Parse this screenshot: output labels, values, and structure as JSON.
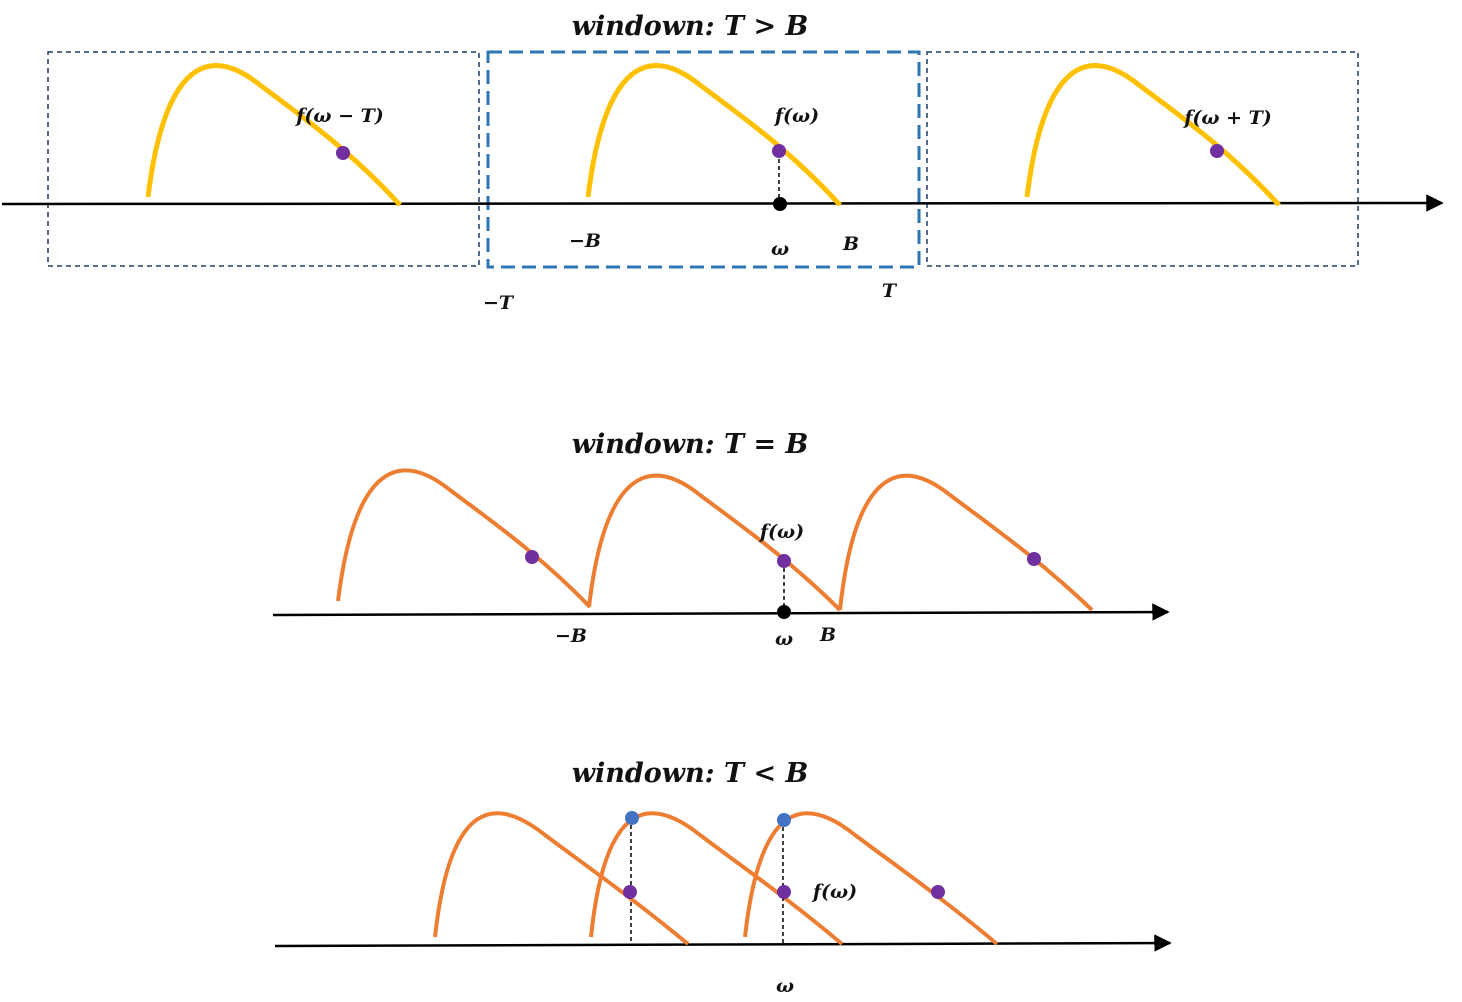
{
  "colors": {
    "panel1_curve": "#FFC000",
    "panel23_curve": "#ED7D31",
    "sample_point": "#7030A0",
    "alias_point": "#4472C4",
    "window_box": "#2E75B6",
    "shifted_box": "#1F3864",
    "axis": "#000000"
  },
  "panel_top": {
    "title": "windown: T > B",
    "shift_left_label": "f(ω − T)",
    "center_label": "f(ω)",
    "shift_right_label": "f(ω + T)",
    "neg_b": "−B",
    "omega": "ω",
    "b": "B",
    "neg_t": "−T",
    "t": "T"
  },
  "panel_middle": {
    "title": "windown: T = B",
    "center_label": "f(ω)",
    "neg_b": "−B",
    "omega": "ω",
    "b": "B"
  },
  "panel_bottom": {
    "title": "windown: T < B",
    "center_label": "f(ω)",
    "omega": "ω"
  }
}
